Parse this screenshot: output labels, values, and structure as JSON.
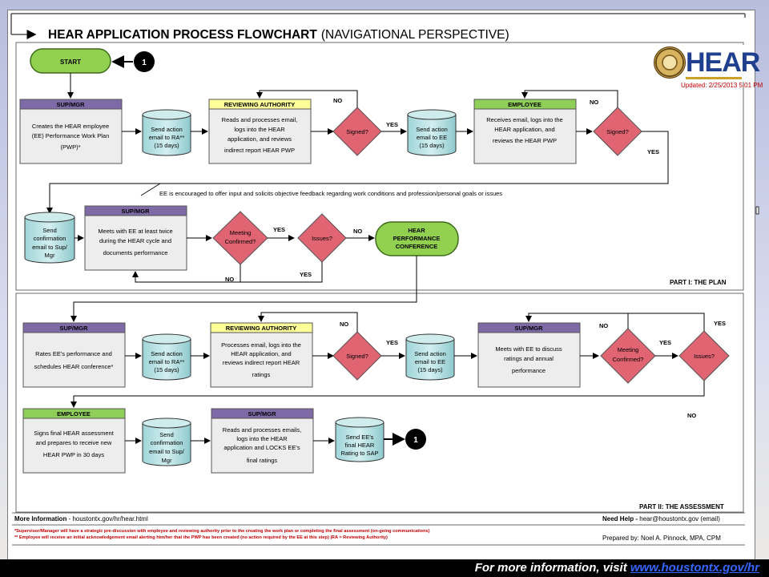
{
  "title": {
    "main": "HEAR APPLICATION PROCESS FLOWCHART",
    "sub": "(NAVIGATIONAL PERSPECTIVE)"
  },
  "updated": "Updated:  2/25/2013 5:01 PM",
  "logo": {
    "text": "HEAR"
  },
  "colors": {
    "start_fill": "#92d050",
    "role_purple": "#7f6aa8",
    "role_yellow": "#ffff99",
    "role_green": "#8fce58",
    "decision": "#e06472",
    "cylinder": "#b9e1e3",
    "box_fill": "#ededed",
    "connector": "#000000"
  },
  "part1": {
    "start": "START",
    "connector_1": "1",
    "sup_mgr_1": {
      "header": "SUP/MGR",
      "lines": [
        "Creates the HEAR employee",
        "(EE) Performance Work Plan",
        "(PWP)*"
      ]
    },
    "send_ra": {
      "lines": [
        "Send action",
        "email to RA**",
        "(15 days)"
      ]
    },
    "reviewing_1": {
      "header": "REVIEWING AUTHORITY",
      "lines": [
        "Reads and processes email,",
        "logs into the HEAR",
        "application, and reviews",
        "indirect report HEAR PWP"
      ]
    },
    "signed_1": "Signed?",
    "no_1": "NO",
    "yes_1": "YES",
    "send_ee": {
      "lines": [
        "Send action",
        "email to EE",
        "(15 days)"
      ]
    },
    "employee_1": {
      "header": "EMPLOYEE",
      "lines": [
        "Receives email, logs into the",
        "HEAR application, and",
        "reviews the HEAR PWP"
      ]
    },
    "signed_2": "Signed?",
    "no_2": "NO",
    "yes_2": "YES",
    "note": "EE is encouraged to offer input and solicits objective feedback regarding work conditions and profession/personal goals or issues",
    "send_confirm": {
      "lines": [
        "Send",
        "confirmation",
        "email to Sup/",
        "Mgr"
      ]
    },
    "sup_mgr_2": {
      "header": "SUP/MGR",
      "lines": [
        "Meets with EE at least twice",
        "during the HEAR  cycle and",
        "documents performance"
      ]
    },
    "meeting_confirmed": [
      "Meeting",
      "Confirmed?"
    ],
    "yes_3": "YES",
    "issues_1": "Issues?",
    "no_3": "NO",
    "no_4": "NO",
    "yes_4": "YES",
    "conference": [
      "HEAR",
      "PERFORMANCE",
      "CONFERENCE"
    ],
    "label": "PART I: THE PLAN"
  },
  "part2": {
    "sup_mgr_3": {
      "header": "SUP/MGR",
      "lines": [
        "Rates EE's performance and",
        "schedules HEAR conference*"
      ]
    },
    "send_ra": {
      "lines": [
        "Send action",
        "email to RA**",
        "(15 days)"
      ]
    },
    "reviewing_2": {
      "header": "REVIEWING AUTHORITY",
      "lines": [
        "Processes email, logs into the",
        "HEAR application, and",
        "reviews indirect report HEAR",
        "ratings"
      ]
    },
    "signed_3": "Signed?",
    "no_5": "NO",
    "yes_5": "YES",
    "send_ee": {
      "lines": [
        "Send action",
        "email to EE",
        "(15 days)"
      ]
    },
    "sup_mgr_4": {
      "header": "SUP/MGR",
      "lines": [
        "Meets with EE to discuss",
        "ratings and annual",
        "performance"
      ]
    },
    "no_6": "NO",
    "meeting_confirmed": [
      "Meeting",
      "Confirmed?"
    ],
    "yes_6": "YES",
    "yes_7": "YES",
    "issues_2": "Issues?",
    "no_7": "NO",
    "employee_2": {
      "header": "EMPLOYEE",
      "lines": [
        "Signs final HEAR assessment",
        "and prepares to receive new",
        "HEAR PWP in 30 days"
      ]
    },
    "send_confirm": {
      "lines": [
        "Send",
        "confirmation",
        "email to Sup/",
        "Mgr"
      ]
    },
    "sup_mgr_5": {
      "header": "SUP/MGR",
      "lines": [
        "Reads and processes emails,",
        "logs into the HEAR",
        "application and LOCKS EE's",
        "final ratings"
      ]
    },
    "send_final": {
      "lines": [
        "Send EE's",
        "final HEAR",
        "Rating to SAP"
      ]
    },
    "connector_1": "1",
    "label": "PART II: THE ASSESSMENT"
  },
  "bottom": {
    "more_info_label": "More Information",
    "more_info_value": " - houstontx.gov/hr/hear.html",
    "need_help_label": "Need Help -",
    "need_help_value": "  hear@houstontx.gov (email)",
    "note1": "*Supervisor/Manager will have a strategic pre-discussion with employee and reviewing authority prior to the creating the work plan or completing the final assessment (on-going communications)",
    "note2": "** Employee will receive an initial acknowledgement email alerting him/her that the PWP has been created (no action required by the EE at this step) |RA = Reviewing Authority)",
    "prepared_by": "Prepared by:  Noel A. Pinnock, MPA, CPM"
  },
  "footer": {
    "text": "For more information, visit ",
    "link": "www.houstontx.gov/hr"
  }
}
